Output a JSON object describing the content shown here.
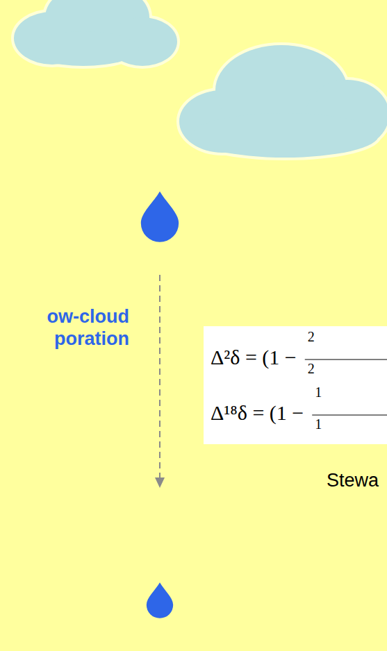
{
  "diagram": {
    "nodes": [
      {
        "text": [
          "Δ²δ = (1 −",
          "2",
          "2",
          "Δ¹⁸δ = (1 −",
          "1",
          "1"
        ]
      }
    ],
    "labels": [
      "ow-cloud poration",
      "Stewa"
    ]
  }
}
